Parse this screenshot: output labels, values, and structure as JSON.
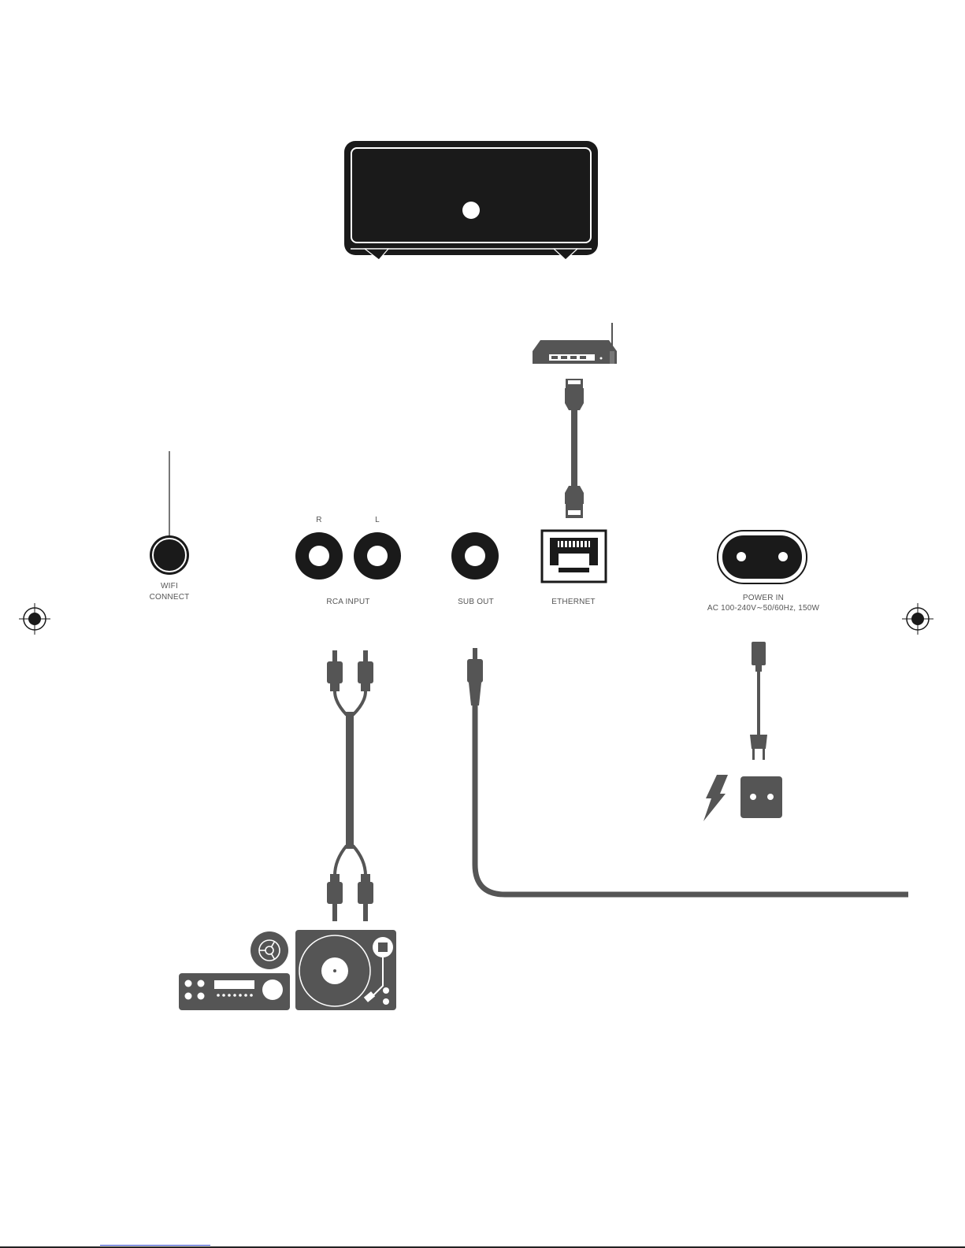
{
  "labels": {
    "wifi_line1": "WIFI",
    "wifi_line2": "CONNECT",
    "rca_r": "R",
    "rca_l": "L",
    "rca_input": "RCA INPUT",
    "sub_out": "SUB OUT",
    "ethernet": "ETHERNET",
    "power_in": "POWER IN",
    "power_spec": "AC 100-240V∼50/60Hz, 150W"
  },
  "icons": {
    "speaker": "speaker-icon",
    "router": "router-icon",
    "ethernet_cable": "ethernet-cable-icon",
    "wifi_button": "wifi-connect-button-icon",
    "rca_jack": "rca-jack-icon",
    "ethernet_port": "ethernet-port-icon",
    "power_socket": "power-socket-icon",
    "rca_cable": "rca-cable-icon",
    "sub_cable": "sub-cable-icon",
    "power_cable": "power-cable-icon",
    "lightning": "lightning-icon",
    "wall_outlet": "wall-outlet-icon",
    "stereo_receiver": "stereo-receiver-icon",
    "chromecast": "chromecast-icon",
    "turntable": "turntable-icon",
    "registration_mark": "registration-mark-icon"
  },
  "colors": {
    "ink": "#1a1a1a",
    "cable_grey": "#555555",
    "label_grey": "#555555",
    "link_blue": "#2b45c8"
  }
}
